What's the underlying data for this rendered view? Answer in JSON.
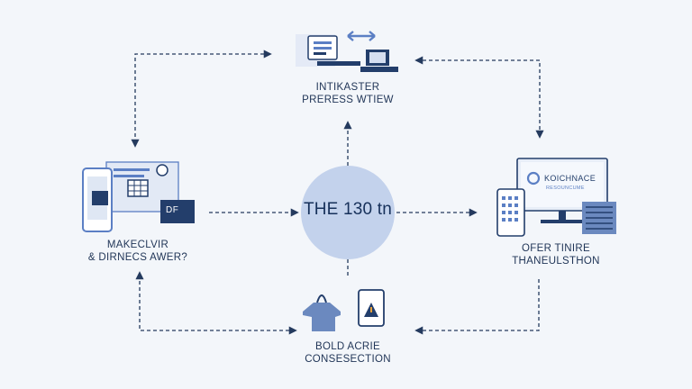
{
  "center": {
    "label": "THE 130 tn"
  },
  "nodes": {
    "top": {
      "line1": "INTIKASTER",
      "line2": "PRERESS WTIEW"
    },
    "left": {
      "line1": "MAKECLVIR",
      "line2": "& DIRNECS AWER?",
      "badge": "DF"
    },
    "right": {
      "line1": "OFER TINIRE",
      "line2": "THANEULSTHON",
      "screen_title": "KOICHNACE",
      "screen_sub": "RESOUNCUME"
    },
    "bottom": {
      "line1": "BOLD ACRIE",
      "line2": "CONSESECTION"
    }
  },
  "colors": {
    "navy": "#233e6b",
    "circle": "#c3d2ec",
    "accent": "#5b7fc4",
    "arrow": "#243a5e"
  }
}
